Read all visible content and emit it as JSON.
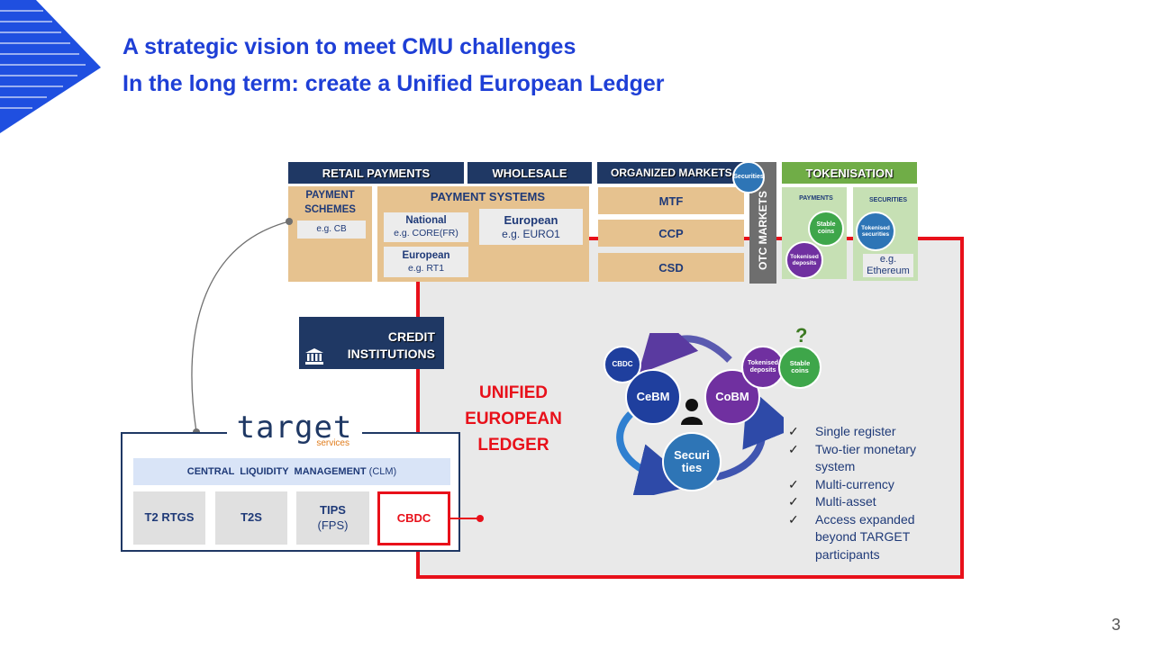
{
  "title": {
    "line1": "A strategic vision to meet CMU challenges",
    "line2": "In the long term: create a Unified European Ledger"
  },
  "headers": {
    "retail": "RETAIL PAYMENTS",
    "wholesale": "WHOLESALE",
    "organized": "ORGANIZED  MARKETS",
    "tokenisation": "TOKENISATION"
  },
  "payment_schemes": {
    "label_line1": "PAYMENT",
    "label_line2": "SCHEMES",
    "example": "e.g. CB"
  },
  "payment_systems": {
    "label": "PAYMENT SYSTEMS",
    "national": {
      "title": "National",
      "example": "e.g. CORE(FR)"
    },
    "european_retail": {
      "title": "European",
      "example": "e.g. RT1"
    },
    "european_wholesale": {
      "title": "European",
      "example": "e.g. EURO1"
    }
  },
  "markets": {
    "mtf": "MTF",
    "ccp": "CCP",
    "csd": "CSD",
    "securities_badge": "Securities",
    "otc": "OTC MARKETS"
  },
  "tokenisation": {
    "payments_label": "PAYMENTS",
    "securities_label": "SECURITIES",
    "stable_coins": "Stable coins",
    "tokenised_deposits": "Tokenised deposits",
    "tokenised_securities": "Tokenised securities",
    "example_line1": "e.g.",
    "example_line2": "Ethereum"
  },
  "credit_institutions": {
    "line1": "CREDIT",
    "line2": "INSTITUTIONS",
    "icon": "bank-icon"
  },
  "target": {
    "logo": "target",
    "logo_sub": "services",
    "clm": "CENTRAL  LIQUIDITY  MANAGEMENT",
    "clm_abbr": "(CLM)",
    "systems": {
      "t2": "T2 RTGS",
      "t2s": "T2S",
      "tips": "TIPS",
      "tips_sub": "(FPS)",
      "cbdc": "CBDC"
    }
  },
  "ledger": {
    "line1": "UNIFIED",
    "line2": "EUROPEAN",
    "line3": "LEDGER"
  },
  "cycle": {
    "cbdc": "CBDC",
    "cebm": "CeBM",
    "cobm": "CoBM",
    "securities_line1": "Securi",
    "securities_line2": "ties",
    "tokenised_deposits": "Tokenised deposits",
    "stable_coins": "Stable coins",
    "question": "?",
    "user_icon": "person-icon"
  },
  "features": [
    "Single register",
    "Two-tier monetary system",
    "Multi-currency",
    "Multi-asset",
    "Access expanded beyond TARGET participants"
  ],
  "page_number": "3",
  "colors": {
    "title": "#1e3fd6",
    "navy": "#1f3864",
    "tan": "#e6c28f",
    "green": "#70ad47",
    "red": "#e8101a",
    "purple": "#7030a0",
    "blue_circle": "#2e75b6",
    "dark_blue_circle": "#1f3f9e"
  }
}
